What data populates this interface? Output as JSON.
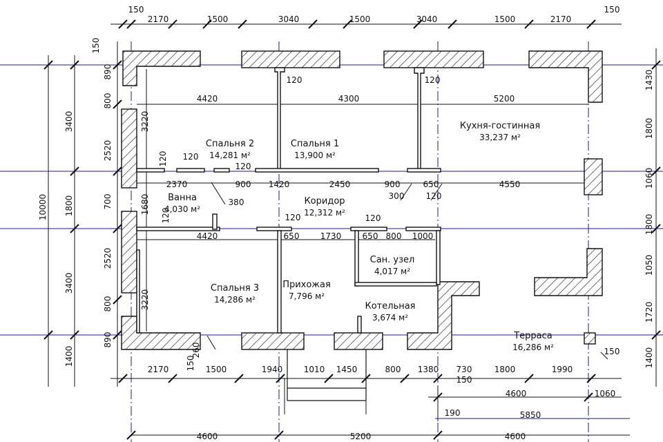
{
  "rooms": [
    {
      "name": "Спальня 2",
      "area": "14,281 м²"
    },
    {
      "name": "Спальня 1",
      "area": "13,900 м²"
    },
    {
      "name": "Кухня-гостинная",
      "area": "33,237 м²"
    },
    {
      "name": "Ванна",
      "area": "4,030 м²"
    },
    {
      "name": "Коридор",
      "area": "12,312 м²"
    },
    {
      "name": "Сан. узел",
      "area": "4,017 м²"
    },
    {
      "name": "Спальня 3",
      "area": "14,286 м²"
    },
    {
      "name": "Прихожая",
      "area": "7,796 м²"
    },
    {
      "name": "Котельная",
      "area": "3,674 м²"
    },
    {
      "name": "Терраса",
      "area": "16,286 м²"
    }
  ],
  "dims": {
    "top": [
      "150",
      "2170",
      "1500",
      "3040",
      "1500",
      "3040",
      "1500",
      "2170",
      "150"
    ],
    "left_outer": [
      "150",
      "890",
      "800",
      "2520",
      "700",
      "1800",
      "2520",
      "800",
      "890",
      "3400",
      "3400",
      "10000",
      "1400"
    ],
    "left_inner": [
      "3220",
      "1680",
      "3220"
    ],
    "row1": [
      "4420",
      "4300",
      "5200"
    ],
    "row2": [
      "2370",
      "900",
      "1420",
      "2450",
      "900",
      "650",
      "4550"
    ],
    "row3": [
      "4420",
      "650",
      "1730",
      "650",
      "800",
      "1000"
    ],
    "small": [
      "120",
      "120",
      "120",
      "120",
      "120",
      "120",
      "120",
      "120",
      "120",
      "380",
      "300",
      "260",
      "150"
    ],
    "bottom1": [
      "2170",
      "1500",
      "1940",
      "1010",
      "1450",
      "800",
      "1380",
      "730",
      "1800",
      "1990",
      "150",
      "150"
    ],
    "bottom2": [
      "4600",
      "1060"
    ],
    "bottom3": [
      "190",
      "5850"
    ],
    "bottom4": [
      "4600",
      "5200",
      "4600"
    ],
    "right": [
      "1430",
      "1800",
      "1060",
      "1800",
      "1050",
      "1720",
      "1400"
    ]
  }
}
